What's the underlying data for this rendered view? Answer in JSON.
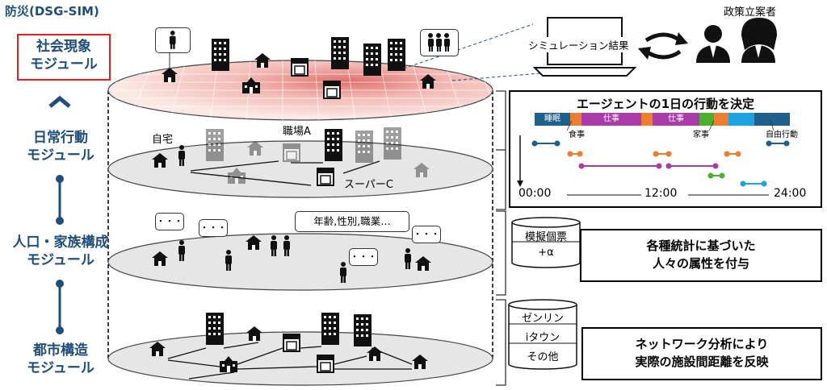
{
  "title": "防災(DSG-SIM)",
  "modules": {
    "social": [
      "社会現象",
      "モジュール"
    ],
    "daily": [
      "日常行動",
      "モジュール"
    ],
    "population": [
      "人口・家族構成",
      "モジュール"
    ],
    "urban": [
      "都市構造",
      "モジュール"
    ]
  },
  "policy_makers": "政策立案者",
  "sim_result": "シミュレーション結果",
  "layer_labels": {
    "home": "自宅",
    "work": "職場A",
    "super": "スーパーC",
    "attributes": "年齢,性別,職業…",
    "dots": "・・・"
  },
  "agent_panel": {
    "title": "エージェントの1日の行動を決定",
    "segments": [
      {
        "label": "睡眠",
        "color": "#1f5f8b"
      },
      {
        "label": "",
        "color": "#ed7d31"
      },
      {
        "label": "仕事",
        "color": "#a93ca6"
      },
      {
        "label": "",
        "color": "#ed7d31"
      },
      {
        "label": "仕事",
        "color": "#a93ca6"
      },
      {
        "label": "",
        "color": "#4caf2f"
      },
      {
        "label": "",
        "color": "#ed7d31"
      },
      {
        "label": "",
        "color": "#1ea1e0"
      },
      {
        "label": "",
        "color": "#1f5f8b"
      }
    ],
    "annotations": {
      "meal": "食事",
      "housework": "家事",
      "free": "自由行動"
    },
    "times": {
      "start": "00:00",
      "mid": "12:00",
      "end": "24:00"
    }
  },
  "pop_panel": {
    "db": [
      "模擬個票",
      "+α"
    ],
    "text": [
      "各種統計に基づいた",
      "人々の属性を付与"
    ]
  },
  "urban_panel": {
    "db": [
      "ゼンリン",
      "iタウン",
      "その他"
    ],
    "text": [
      "ネットワーク分析により",
      "実際の施設間距離を反映"
    ]
  }
}
